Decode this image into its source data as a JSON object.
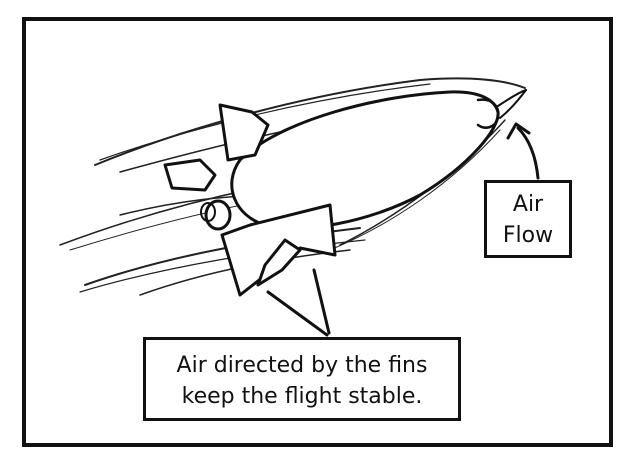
{
  "illustration": {
    "subject": "rocket-sketch",
    "stroke_color": "#111111",
    "background_color": "#ffffff"
  },
  "callouts": {
    "air_flow": {
      "line1": "Air",
      "line2": "Flow"
    },
    "fins_note": {
      "line1": "Air directed by the fins",
      "line2": "keep the flight stable."
    }
  }
}
